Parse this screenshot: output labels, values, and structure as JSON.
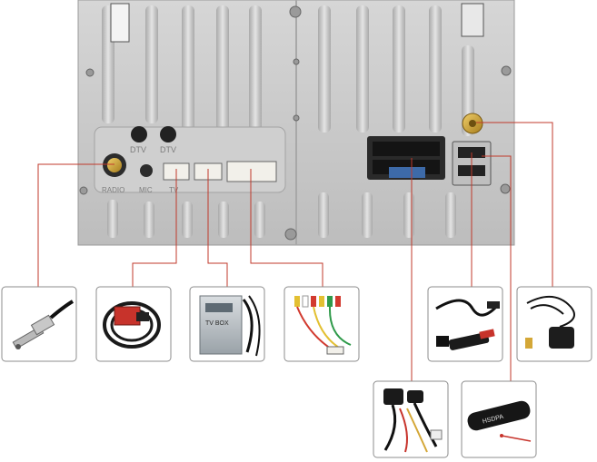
{
  "panel": {
    "dtv_label_1": "DTV",
    "dtv_label_2": "DTV",
    "radio_label": "RADIO",
    "mic_label": "MIC",
    "tv_label": "TV"
  },
  "accessories": {
    "tv_box_label": "TV BOX",
    "dongle_label": "HSDPA"
  },
  "colors": {
    "wire": "#c0392b",
    "panel_metal": "#c9c9c9",
    "connector_white": "#f2f0ea",
    "antenna_gold": "#d4a737",
    "thumb_border": "#8c8c8c"
  }
}
